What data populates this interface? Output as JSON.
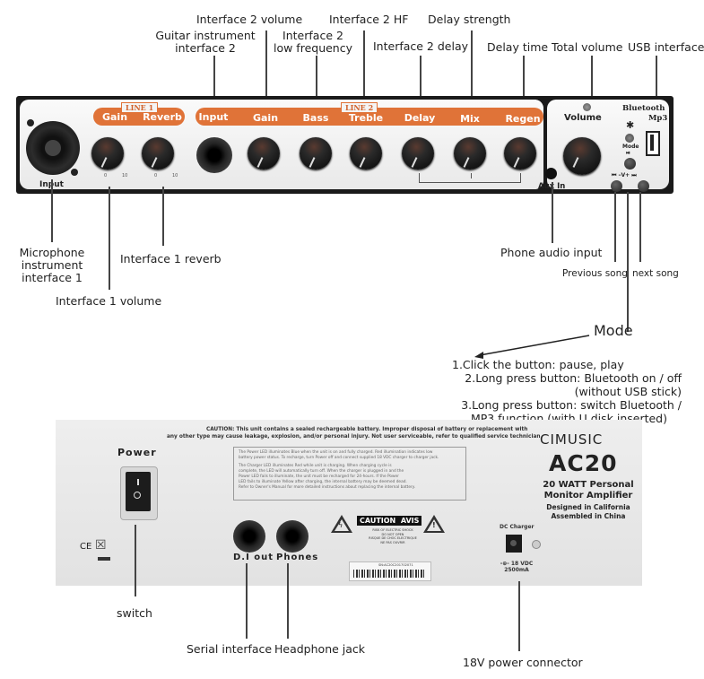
{
  "top_callouts": {
    "interface2_volume": "Interface 2 volume",
    "interface2_hf": "Interface 2 HF",
    "delay_strength": "Delay strength",
    "guitar_interface2": [
      "Guitar instrument",
      "interface 2"
    ],
    "interface2_low": [
      "Interface 2",
      "low frequency"
    ],
    "interface2_delay": "Interface 2 delay",
    "delay_time": "Delay time",
    "total_volume": "Total volume",
    "usb_interface": "USB interface"
  },
  "mid_callouts": {
    "mic_interface1": [
      "Microphone",
      "instrument",
      "interface 1"
    ],
    "interface1_reverb": "Interface 1 reverb",
    "interface1_volume": "Interface 1 volume",
    "phone_audio_input": "Phone audio input",
    "previous_song": "Previous song",
    "next_song": "next song"
  },
  "mode": {
    "title": "Mode",
    "instructions": [
      "1.Click the button: pause, play",
      "2.Long press button: Bluetooth on / off",
      "(without USB stick)",
      "3.Long press button: switch Bluetooth /",
      "MP3 function (with U disk inserted)"
    ]
  },
  "front_panel": {
    "input_label": "Input",
    "line1_tag": "LINE 1",
    "line2_tag": "LINE 2",
    "line1_controls": [
      "Gain",
      "Reverb"
    ],
    "line2_controls": [
      "Input",
      "Gain",
      "Bass",
      "Treble",
      "Delay",
      "Mix",
      "Regen"
    ],
    "volume_label": "Volume",
    "bluetooth_label": "Bluetooth",
    "mp3_label": "Mp3",
    "mode_button_label": "Mode",
    "mode_button_glyph": "⏯",
    "aux_in_label": "Aux In",
    "nav_label": "⏮ –V+ ⏭",
    "scale_min": "0",
    "scale_max": "10"
  },
  "rear_panel": {
    "power_label": "Power",
    "caution_line1": "CAUTION: This unit contains a sealed rechargeable battery. Improper disposal of battery or replacement with",
    "caution_line2": "any other type may cause leakage, explosion, and/or personal injury. Not user serviceable, refer to qualified service technician",
    "led_box": [
      "The Power LED illuminates Blue when the unit is on and fully charged. Red illumination indicates low",
      "battery power status. To recharge, turn Power off and connect supplied 18 VDC charger to charger jack.",
      "The Charger LED illuminates Red while unit is charging. When charging cycle is",
      "complete, the LED will automatically turn off. When the charger is plugged in and the",
      "Power LED fails to illuminate, the unit must be recharged for 24-hours. If the Power",
      "LED fails to illuminate Yellow after charging, the internal battery may be deemed dead.",
      "Refer to Owner's Manual for more detailed instructions about replacing the internal battery."
    ],
    "brand": "CIMUSIC",
    "model": "AC20",
    "description": [
      "20 WATT Personal",
      "Monitor Amplifier"
    ],
    "origin": [
      "Designed in California",
      "Assembled in China"
    ],
    "di_out_label": "D.I out",
    "phones_label": "Phones",
    "caution_badge": "CAUTION  AVIS",
    "shock_warning": [
      "RISK OF ELECTRIC SHOCK",
      "DO NOT OPEN",
      "RISQUE DE CHOC ELECTRIQUE",
      "NE PAS OUVRIR"
    ],
    "serial": "SN:AC20C201702071",
    "dc_charger_label": "DC Charger",
    "dc_spec": [
      "-⊕- 18 VDC",
      "2500mA"
    ],
    "ce_mark": "CE"
  },
  "bottom_callouts": {
    "switch": "switch",
    "serial_interface": "Serial interface",
    "headphone_jack": "Headphone jack",
    "power_connector": "18V power connector"
  },
  "colors": {
    "accent_orange": "#e07338",
    "panel_black": "#1a1a1a",
    "panel_face": "#f2f2f2",
    "rear_panel": "#e6e6e6"
  }
}
